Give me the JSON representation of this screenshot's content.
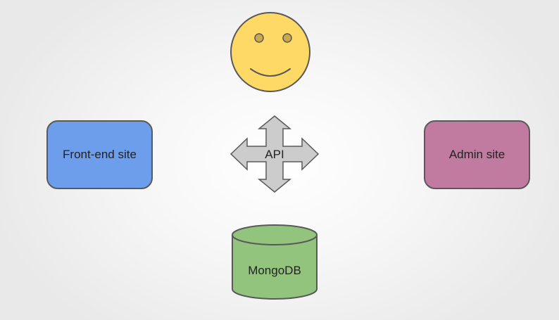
{
  "diagram": {
    "user": {
      "icon": "smiley-face-icon",
      "fill": "#ffd966"
    },
    "front_end": {
      "label": "Front-end site",
      "fill": "#6d9eeb"
    },
    "api": {
      "label": "API",
      "icon": "four-way-arrow-icon",
      "fill": "#cccccc"
    },
    "admin": {
      "label": "Admin site",
      "fill": "#c27ba0"
    },
    "database": {
      "label": "MongoDB",
      "icon": "database-cylinder-icon",
      "fill": "#93c47d"
    },
    "stroke": "#595959"
  }
}
